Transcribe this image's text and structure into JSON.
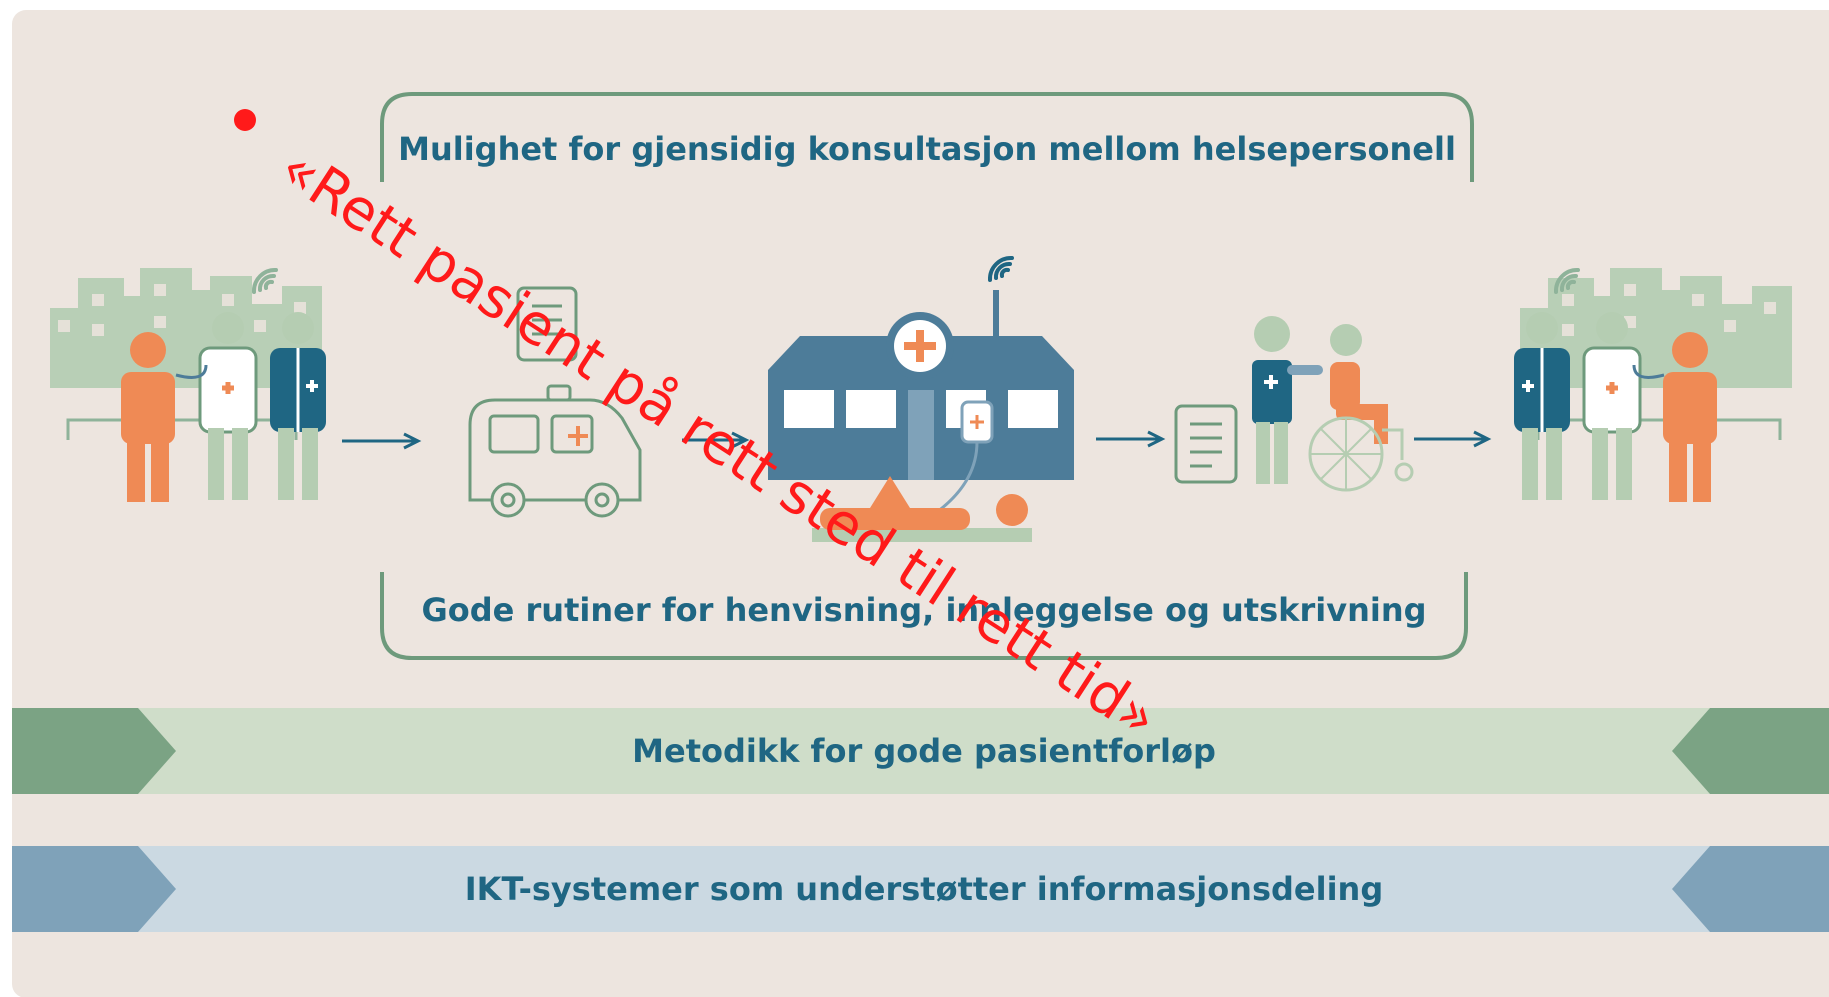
{
  "top_banner": {
    "text": "Mulighet for gjensidig konsultasjon mellom helsepersonell"
  },
  "bottom_banner": {
    "text": "Gode rutiner for henvisning, innleggelse og utskrivning"
  },
  "band_methodology": {
    "text": "Metodikk for gode pasientforløp"
  },
  "band_ict": {
    "text": "IKT-systemer som understøtter informasjonsdeling"
  },
  "overlay": {
    "text": "«Rett pasient på rett sted til rett tid»"
  },
  "colors": {
    "background": "#ede5df",
    "navy_text": "#1f6683",
    "outline_green": "#6e9a7c",
    "orange": "#ef8a55",
    "dark_blue": "#1f6683",
    "slate_blue": "#4d7c99",
    "light_green": "#b5cdb2",
    "band_green": "#cfddc9",
    "band_green_dark": "#7ba384",
    "band_blue": "#cbd9e2",
    "band_blue_dark": "#7fa2b9",
    "overlay_red": "#ff1a1a"
  },
  "icons": [
    "city-buildings-icon",
    "patient-icon",
    "doctor-icon",
    "nurse-icon",
    "wifi-icon",
    "arrow-right-icon",
    "document-icon",
    "ambulance-icon",
    "hospital-icon",
    "iv-drip-icon",
    "lying-patient-icon",
    "wheelchair-icon",
    "caregiver-icon"
  ]
}
